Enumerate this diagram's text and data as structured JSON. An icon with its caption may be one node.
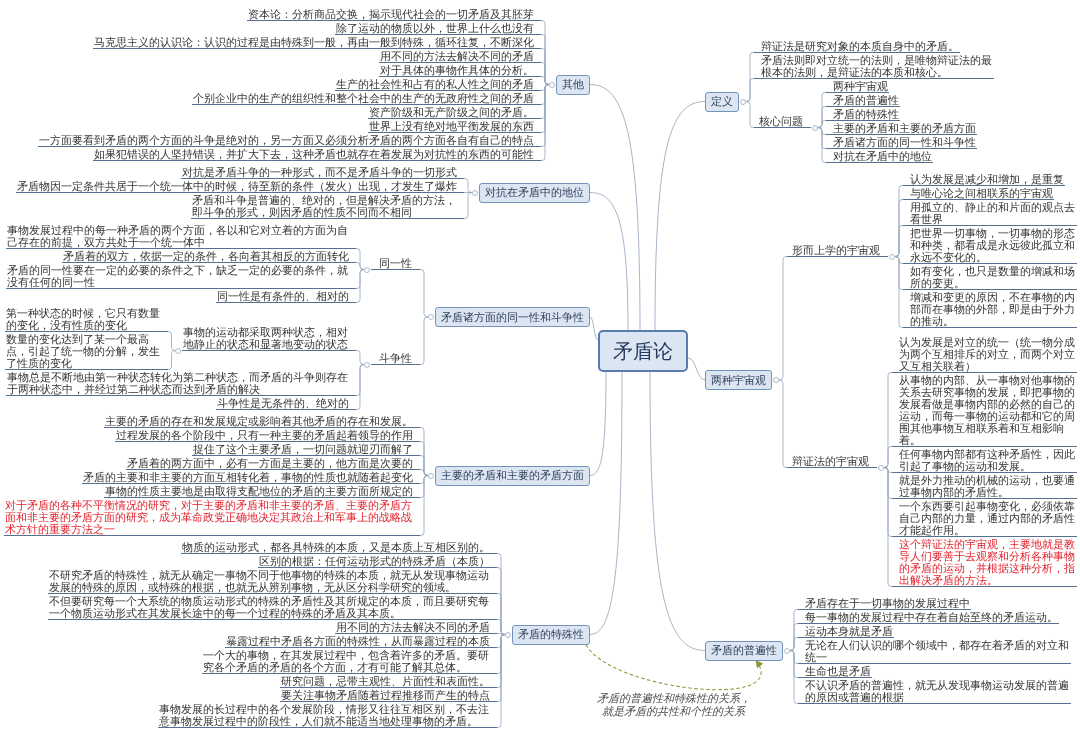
{
  "diagram": {
    "nodes": [
      {
        "text": [
          "矛盾论"
        ]
      },
      {
        "text": [
          "定义"
        ]
      },
      {
        "text": [
          "辩证法是研究对象的本质自身中的矛盾。"
        ]
      },
      {
        "text": [
          "矛盾法则即对立统一的法则，是唯物辩证法的最根本的法则，是辩证法的本质和核心。"
        ]
      },
      {
        "text": [
          "核心问题"
        ]
      },
      {
        "text": [
          "两种宇宙观"
        ]
      },
      {
        "text": [
          "矛盾的普遍性"
        ]
      },
      {
        "text": [
          "矛盾的特殊性"
        ]
      },
      {
        "text": [
          "主要的矛盾和主要的矛盾方面"
        ]
      },
      {
        "text": [
          "矛盾诸方面的同一性和斗争性"
        ]
      },
      {
        "text": [
          "对抗在矛盾中的地位"
        ]
      },
      {
        "text": [
          "两种宇宙观"
        ]
      },
      {
        "text": [
          "形而上学的宇宙观"
        ]
      },
      {
        "text": [
          "认为发展是减少和增加，是重复"
        ]
      },
      {
        "text": [
          "与唯心论之间相联系的宇宙观"
        ]
      },
      {
        "text": [
          "用孤立的、静止的和片面的观点去看世界"
        ]
      },
      {
        "text": [
          "把世界一切事物，一切事物的形态和种类，都看成是永远彼此孤立和永远不变化的。"
        ]
      },
      {
        "text": [
          "如有变化，也只是数量的增减和场所的变更。"
        ]
      },
      {
        "text": [
          "增减和变更的原因，不在事物的内部而在事物的外部，即是由于外力的推动。"
        ]
      },
      {
        "text": [
          "辩证法的宇宙观"
        ]
      },
      {
        "text": [
          "认为发展是对立的统一（统一物分成为两个互相排斥的对立，而两个对立又互相关联着）"
        ]
      },
      {
        "text": [
          "从事物的内部、从一事物对他事物的关系去研究事物的发展，即把事物的发展看做是事物内部的必然的自己的运动，而每一事物的运动都和它的周围其他事物互相联系着和互相影响着。"
        ]
      },
      {
        "text": [
          "任何事物内部都有这种矛盾性，因此引起了事物的运动和发展。"
        ]
      },
      {
        "text": [
          "就是外力推动的机械的运动，也要通过事物内部的矛盾性。"
        ]
      },
      {
        "text": [
          "一个东西要引起事物变化，必须依靠自己内部的力量，通过内部的矛盾性才能起作用。"
        ]
      },
      {
        "text": [
          "这个辩证法的宇宙观，主要地就是教导人们要善于去观察和分析各种事物的矛盾的运动，并根据这种分析，指出解决矛盾的方法。"
        ]
      },
      {
        "text": [
          "矛盾的普遍性"
        ]
      },
      {
        "text": [
          "矛盾存在于一切事物的发展过程中"
        ]
      },
      {
        "text": [
          "每一事物的发展过程中存在着自始至终的矛盾运动。"
        ]
      },
      {
        "text": [
          "运动本身就是矛盾"
        ]
      },
      {
        "text": [
          "无论在人们认识的哪个领域中，都存在着矛盾的对立和统一"
        ]
      },
      {
        "text": [
          "生命也是矛盾"
        ]
      },
      {
        "text": [
          "不认识矛盾的普遍性，就无从发现事物运动发展的普遍的原因或普遍的根据"
        ]
      },
      {
        "text": [
          "矛盾的特殊性"
        ]
      },
      {
        "text": [
          "物质的运动形式，都各具特殊的本质，又是本质上互相区别的。"
        ]
      },
      {
        "text": [
          "区别的根据：任何运动形式的特殊矛盾（本质）"
        ]
      },
      {
        "text": [
          "不研究矛盾的特殊性，就无从确定一事物不同于他事物的特殊的本质，就无从发现事物运动发展的特殊的原因，或特殊的根据，也就无从辨别事物，无从区分科学研究的领域。"
        ]
      },
      {
        "text": [
          "不但要研究每一个大系统的物质运动形式的特殊的矛盾性及其所规定的本质，而且要研究每一个物质运动形式在其发展长途中的每一个过程的特殊的矛盾及其本质。"
        ]
      },
      {
        "text": [
          "用不同的方法去解决不同的矛盾"
        ]
      },
      {
        "text": [
          "暴露过程中矛盾各方面的特殊性，从而暴露过程的本质"
        ]
      },
      {
        "text": [
          "一个大的事物，在其发展过程中，包含着许多的矛盾。要研究各个矛盾的矛盾的各个方面，才有可能了解其总体。"
        ]
      },
      {
        "text": [
          "研究问题，忌带主观性、片面性和表面性。"
        ]
      },
      {
        "text": [
          "要关注事物矛盾随着过程推移而产生的特点"
        ]
      },
      {
        "text": [
          "事物发展的长过程中的各个发展阶段，情形又往往互相区别，不去注意事物发展过程中的阶段性，人们就不能适当地处理事物的矛盾。"
        ]
      },
      {
        "text": [
          "主要的矛盾和主要的矛盾方面"
        ]
      },
      {
        "text": [
          "主要的矛盾的存在和发展规定或影响着其他矛盾的存在和发展。"
        ]
      },
      {
        "text": [
          "过程发展的各个阶段中，只有一种主要的矛盾起着领导的作用"
        ]
      },
      {
        "text": [
          "捉住了这个主要矛盾，一切问题就迎刃而解了"
        ]
      },
      {
        "text": [
          "矛盾着的两方面中，必有一方面是主要的，他方面是次要的"
        ]
      },
      {
        "text": [
          "矛盾的主要和非主要的方面互相转化着，事物的性质也就随着起变化"
        ]
      },
      {
        "text": [
          "事物的性质主要地是由取得支配地位的矛盾的主要方面所规定的"
        ]
      },
      {
        "text": [
          "对于矛盾的各种不平衡情况的研究，对于主要的矛盾和非主要的矛盾、主要的矛盾方面和非主要的矛盾方面的研究，成为革命政党正确地决定其政治上和军事上的战略战术方针的重要方法之一"
        ]
      },
      {
        "text": [
          "矛盾诸方面的同一性和斗争性"
        ]
      },
      {
        "text": [
          "同一性"
        ]
      },
      {
        "text": [
          "事物发展过程中的每一种矛盾的两个方面，各以和它对立着的方面为自己存在的前提，双方共处于一个统一体中"
        ]
      },
      {
        "text": [
          "矛盾着的双方，依据一定的条件，各向着其相反的方面转化"
        ]
      },
      {
        "text": [
          "矛盾的同一性要在一定的必要的条件之下，缺乏一定的必要的条件，就没有任何的同一性"
        ]
      },
      {
        "text": [
          "同一性是有条件的、相对的"
        ]
      },
      {
        "text": [
          "斗争性"
        ]
      },
      {
        "text": [
          "事物的运动都采取两种状态，相对地静止的状态和显著地变动的状态"
        ]
      },
      {
        "text": [
          "第一种状态的时候，它只有数量的变化，没有性质的变化"
        ]
      },
      {
        "text": [
          "数量的变化达到了某一个最高点，引起了统一物的分解，发生了性质的变化"
        ]
      },
      {
        "text": [
          "事物总是不断地由第一种状态转化为第二种状态，而矛盾的斗争则存在于两种状态中，并经过第二种状态而达到矛盾的解决"
        ]
      },
      {
        "text": [
          "斗争性是无条件的、绝对的"
        ]
      },
      {
        "text": [
          "对抗在矛盾中的地位"
        ]
      },
      {
        "text": [
          "对抗是矛盾斗争的一种形式，而不是矛盾斗争的一切形式"
        ]
      },
      {
        "text": [
          "矛盾物因一定条件共居于一个统一体中的时候，待至新的条件（发火）出现，才发生了爆炸"
        ]
      },
      {
        "text": [
          "矛盾和斗争是普遍的、绝对的，但是解决矛盾的方法，即斗争的形式，则因矛盾的性质不同而不相同"
        ]
      },
      {
        "text": [
          "其他"
        ]
      },
      {
        "text": [
          "资本论：分析商品交换，揭示现代社会的一切矛盾及其胚芽"
        ]
      },
      {
        "text": [
          "除了运动的物质以外，世界上什么也没有"
        ]
      },
      {
        "text": [
          "马克思主义的认识论：认识的过程是由特殊到一般，再由一般到特殊，循环往复，不断深化"
        ]
      },
      {
        "text": [
          "用不同的方法去解决不同的矛盾"
        ]
      },
      {
        "text": [
          "对于具体的事物作具体的分析。"
        ]
      },
      {
        "text": [
          "生产的社会性和占有的私人性之间的矛盾"
        ]
      },
      {
        "text": [
          "个别企业中的生产的组织性和整个社会中的生产的无政府性之间的矛盾"
        ]
      },
      {
        "text": [
          "资产阶级和无产阶级之间的矛盾。"
        ]
      },
      {
        "text": [
          "世界上没有绝对地平衡发展的东西"
        ]
      },
      {
        "text": [
          "一方面要看到矛盾的两个方面的斗争是绝对的，另一方面又必须分析矛盾的两个方面各自有自己的特点"
        ]
      },
      {
        "text": [
          "如果犯错误的人坚持错误，并扩大下去，这种矛盾也就存在着发展为对抗性的东西的可能性"
        ]
      }
    ],
    "edges": [
      {
        "from": 0,
        "to": 1,
        "arrow": "none"
      },
      {
        "from": 0,
        "to": 11,
        "arrow": "none"
      },
      {
        "from": 0,
        "to": 26,
        "arrow": "none"
      },
      {
        "from": 0,
        "to": 33,
        "arrow": "none"
      },
      {
        "from": 0,
        "to": 44,
        "arrow": "none"
      },
      {
        "from": 0,
        "to": 52,
        "arrow": "none"
      },
      {
        "from": 0,
        "to": 64,
        "arrow": "none"
      },
      {
        "from": 0,
        "to": 68,
        "arrow": "none"
      },
      {
        "from": 1,
        "to": 2,
        "arrow": "none"
      },
      {
        "from": 1,
        "to": 3,
        "arrow": "none"
      },
      {
        "from": 1,
        "to": 4,
        "arrow": "none"
      },
      {
        "from": 4,
        "to": 5,
        "arrow": "none"
      },
      {
        "from": 4,
        "to": 6,
        "arrow": "none"
      },
      {
        "from": 4,
        "to": 7,
        "arrow": "none"
      },
      {
        "from": 4,
        "to": 8,
        "arrow": "none"
      },
      {
        "from": 4,
        "to": 9,
        "arrow": "none"
      },
      {
        "from": 4,
        "to": 10,
        "arrow": "none"
      },
      {
        "from": 11,
        "to": 12,
        "arrow": "none"
      },
      {
        "from": 11,
        "to": 19,
        "arrow": "none"
      },
      {
        "from": 12,
        "to": 13,
        "arrow": "none"
      },
      {
        "from": 12,
        "to": 14,
        "arrow": "none"
      },
      {
        "from": 12,
        "to": 15,
        "arrow": "none"
      },
      {
        "from": 12,
        "to": 16,
        "arrow": "none"
      },
      {
        "from": 12,
        "to": 17,
        "arrow": "none"
      },
      {
        "from": 12,
        "to": 18,
        "arrow": "none"
      },
      {
        "from": 19,
        "to": 20,
        "arrow": "none"
      },
      {
        "from": 19,
        "to": 21,
        "arrow": "none"
      },
      {
        "from": 19,
        "to": 22,
        "arrow": "none"
      },
      {
        "from": 19,
        "to": 23,
        "arrow": "none"
      },
      {
        "from": 19,
        "to": 24,
        "arrow": "none"
      },
      {
        "from": 19,
        "to": 25,
        "arrow": "none"
      },
      {
        "from": 26,
        "to": 27,
        "arrow": "none"
      },
      {
        "from": 26,
        "to": 28,
        "arrow": "none"
      },
      {
        "from": 26,
        "to": 29,
        "arrow": "none"
      },
      {
        "from": 26,
        "to": 30,
        "arrow": "none"
      },
      {
        "from": 26,
        "to": 31,
        "arrow": "none"
      },
      {
        "from": 26,
        "to": 32,
        "arrow": "none"
      },
      {
        "from": 33,
        "to": 34,
        "arrow": "none"
      },
      {
        "from": 33,
        "to": 35,
        "arrow": "none"
      },
      {
        "from": 33,
        "to": 36,
        "arrow": "none"
      },
      {
        "from": 33,
        "to": 37,
        "arrow": "none"
      },
      {
        "from": 33,
        "to": 38,
        "arrow": "none"
      },
      {
        "from": 33,
        "to": 39,
        "arrow": "none"
      },
      {
        "from": 33,
        "to": 40,
        "arrow": "none"
      },
      {
        "from": 33,
        "to": 41,
        "arrow": "none"
      },
      {
        "from": 33,
        "to": 42,
        "arrow": "none"
      },
      {
        "from": 33,
        "to": 43,
        "arrow": "none"
      },
      {
        "from": 44,
        "to": 45,
        "arrow": "none"
      },
      {
        "from": 44,
        "to": 46,
        "arrow": "none"
      },
      {
        "from": 44,
        "to": 47,
        "arrow": "none"
      },
      {
        "from": 44,
        "to": 48,
        "arrow": "none"
      },
      {
        "from": 44,
        "to": 49,
        "arrow": "none"
      },
      {
        "from": 44,
        "to": 50,
        "arrow": "none"
      },
      {
        "from": 44,
        "to": 51,
        "arrow": "none"
      },
      {
        "from": 52,
        "to": 53,
        "arrow": "none"
      },
      {
        "from": 52,
        "to": 58,
        "arrow": "none"
      },
      {
        "from": 53,
        "to": 54,
        "arrow": "none"
      },
      {
        "from": 53,
        "to": 55,
        "arrow": "none"
      },
      {
        "from": 53,
        "to": 56,
        "arrow": "none"
      },
      {
        "from": 53,
        "to": 57,
        "arrow": "none"
      },
      {
        "from": 58,
        "to": 59,
        "arrow": "none"
      },
      {
        "from": 58,
        "to": 62,
        "arrow": "none"
      },
      {
        "from": 58,
        "to": 63,
        "arrow": "none"
      },
      {
        "from": 59,
        "to": 60,
        "arrow": "none"
      },
      {
        "from": 59,
        "to": 61,
        "arrow": "none"
      },
      {
        "from": 64,
        "to": 65,
        "arrow": "none"
      },
      {
        "from": 64,
        "to": 66,
        "arrow": "none"
      },
      {
        "from": 64,
        "to": 67,
        "arrow": "none"
      },
      {
        "from": 68,
        "to": 69,
        "arrow": "none"
      },
      {
        "from": 68,
        "to": 70,
        "arrow": "none"
      },
      {
        "from": 68,
        "to": 71,
        "arrow": "none"
      },
      {
        "from": 68,
        "to": 72,
        "arrow": "none"
      },
      {
        "from": 68,
        "to": 73,
        "arrow": "none"
      },
      {
        "from": 68,
        "to": 74,
        "arrow": "none"
      },
      {
        "from": 68,
        "to": 75,
        "arrow": "none"
      },
      {
        "from": 68,
        "to": 76,
        "arrow": "none"
      },
      {
        "from": 68,
        "to": 77,
        "arrow": "none"
      },
      {
        "from": 68,
        "to": 78,
        "arrow": "none"
      },
      {
        "from": 68,
        "to": 79,
        "arrow": "none"
      },
      {
        "from": 33,
        "to": 26,
        "arrow": "to",
        "style": "dashed",
        "color": "#8c9a3c",
        "label": "矛盾的普遍性和特殊性的关系，就是矛盾的共性和个性的关系"
      }
    ]
  }
}
